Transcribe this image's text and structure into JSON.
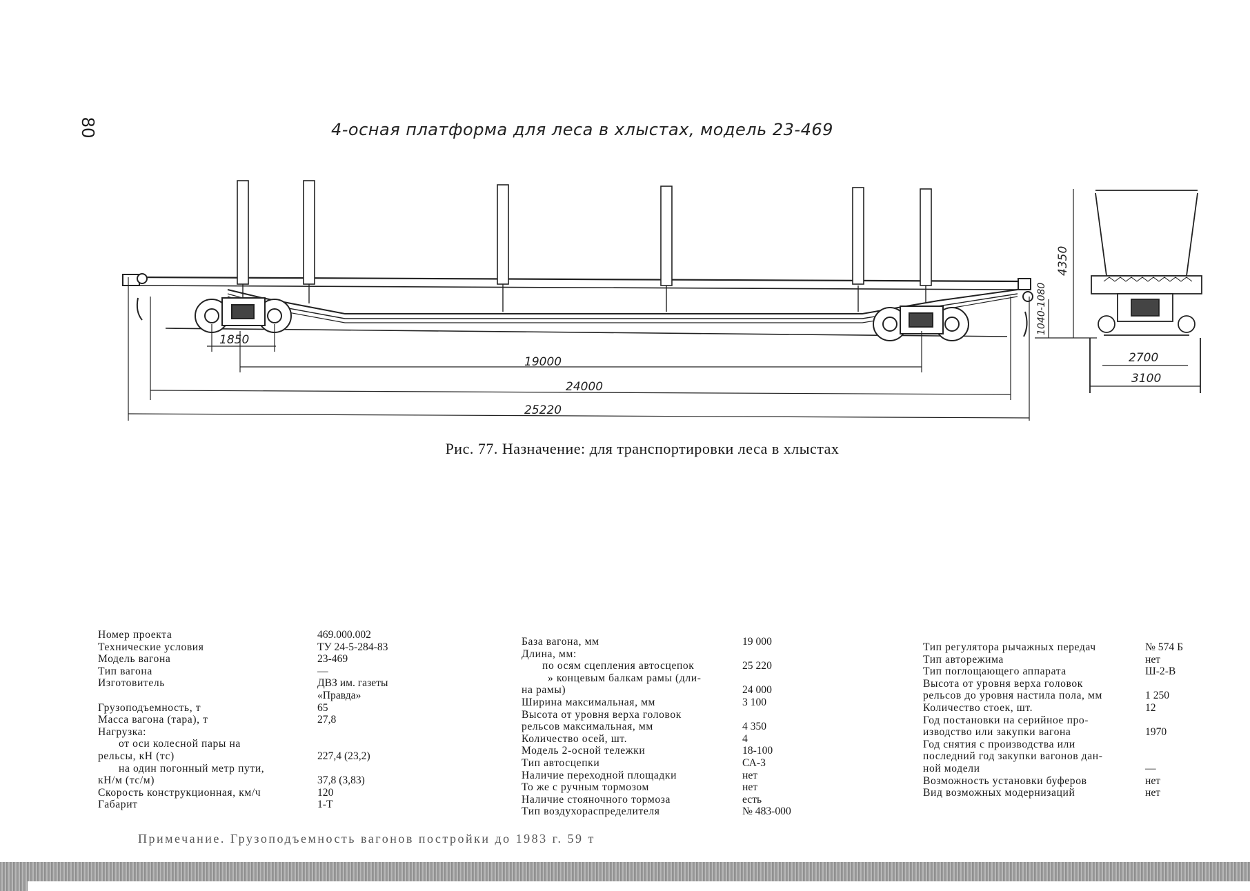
{
  "page_number": "80",
  "drawing_title": "4-осная платформа для леса в хлыстах, модель 23-469",
  "dimensions": {
    "bogie_base": "1850",
    "wagon_base": "19000",
    "frame_length": "24000",
    "coupling_length": "25220",
    "height": "4350",
    "coupler_height": "1040-1080",
    "track_width": "2700",
    "max_width": "3100"
  },
  "caption": "Рис. 77. Назначение: для транспортировки леса в хлыстах",
  "specs_col1": [
    {
      "label": "Номер проекта",
      "value": "469.000.002"
    },
    {
      "label": "Технические условия",
      "value": "ТУ 24-5-284-83"
    },
    {
      "label": "Модель вагона",
      "value": "23-469"
    },
    {
      "label": "Тип вагона",
      "value": "—"
    },
    {
      "label": "Изготовитель",
      "value": "ДВЗ им. газеты"
    },
    {
      "label": "",
      "value": "«Правда»"
    },
    {
      "label": "Грузоподъемность, т",
      "value": "65"
    },
    {
      "label": "Масса вагона (тара), т",
      "value": "27,8"
    },
    {
      "label": "Нагрузка:",
      "value": ""
    },
    {
      "label": "от оси колесной пары на",
      "value": ""
    },
    {
      "label": "рельсы, кН (тс)",
      "value": "227,4 (23,2)"
    },
    {
      "label": "на один погонный метр пути,",
      "value": ""
    },
    {
      "label": "кН/м (тс/м)",
      "value": "37,8 (3,83)"
    },
    {
      "label": "Скорость конструкционная, км/ч",
      "value": "120"
    },
    {
      "label": "Габарит",
      "value": "1-Т"
    }
  ],
  "specs_col2": [
    {
      "label": "База вагона, мм",
      "value": "19 000"
    },
    {
      "label": "Длина, мм:",
      "value": ""
    },
    {
      "label": "по осям сцепления автосцепок",
      "value": "25 220"
    },
    {
      "label": "» концевым балкам рамы (дли-",
      "value": ""
    },
    {
      "label": "на рамы)",
      "value": "24 000"
    },
    {
      "label": "Ширина максимальная, мм",
      "value": "3 100"
    },
    {
      "label": "Высота от уровня верха головок",
      "value": ""
    },
    {
      "label": "рельсов максимальная, мм",
      "value": "4 350"
    },
    {
      "label": "Количество осей, шт.",
      "value": "4"
    },
    {
      "label": "Модель 2-осной тележки",
      "value": "18-100"
    },
    {
      "label": "Тип автосцепки",
      "value": "СА-3"
    },
    {
      "label": "Наличие переходной площадки",
      "value": "нет"
    },
    {
      "label": "То же с ручным тормозом",
      "value": "нет"
    },
    {
      "label": "Наличие стояночного тормоза",
      "value": "есть"
    },
    {
      "label": "Тип воздухораспределителя",
      "value": "№ 483-000"
    }
  ],
  "specs_col3": [
    {
      "label": "Тип регулятора рычажных передач",
      "value": "№ 574 Б"
    },
    {
      "label": "Тип авторежима",
      "value": "нет"
    },
    {
      "label": "Тип поглощающего аппарата",
      "value": "Ш-2-В"
    },
    {
      "label": "Высота от уровня верха головок",
      "value": ""
    },
    {
      "label": "рельсов до уровня настила пола, мм",
      "value": "1 250"
    },
    {
      "label": "Количество стоек, шт.",
      "value": "12"
    },
    {
      "label": "Год постановки на серийное про-",
      "value": ""
    },
    {
      "label": "изводство или закупки вагона",
      "value": "1970"
    },
    {
      "label": "Год снятия с производства или",
      "value": ""
    },
    {
      "label": "последний год закупки вагонов дан-",
      "value": ""
    },
    {
      "label": "ной модели",
      "value": "—"
    },
    {
      "label": "Возможность установки буферов",
      "value": "нет"
    },
    {
      "label": "Вид возможных модернизаций",
      "value": "нет"
    }
  ],
  "note": "Примечание. Грузоподъемность вагонов постройки до 1983 г. 59 т"
}
